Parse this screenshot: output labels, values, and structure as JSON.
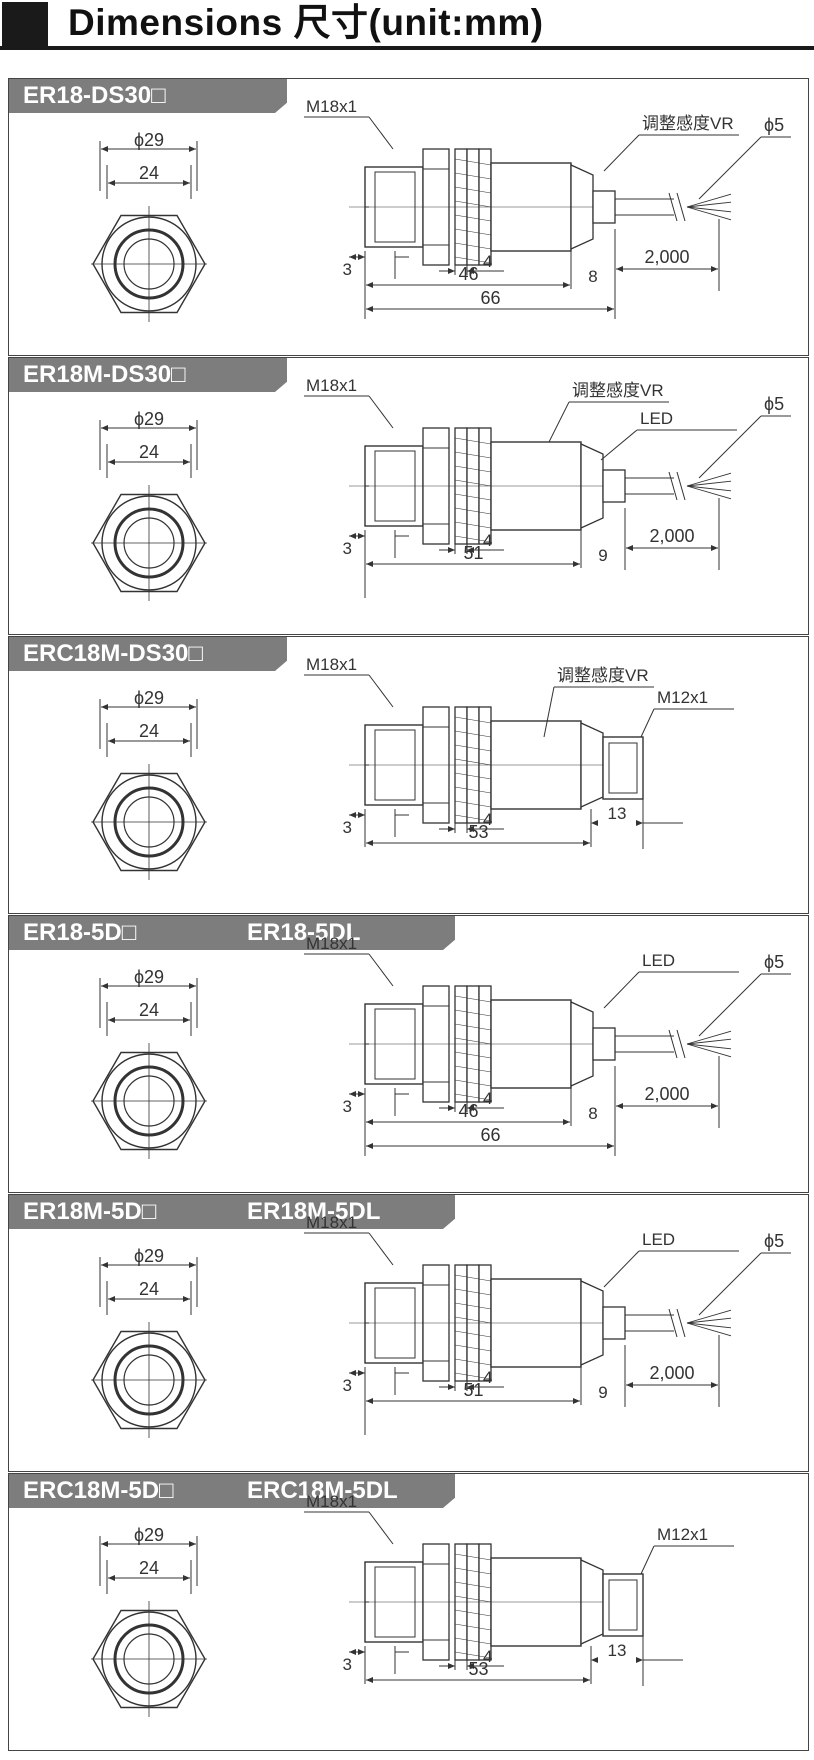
{
  "header": {
    "title": "Dimensions 尺寸(unit:mm)"
  },
  "panels": [
    {
      "models": [
        "ER18-DS30□"
      ],
      "variant": "cable",
      "thread": "M18x1",
      "face": {
        "outer": "ϕ29",
        "inner": "24"
      },
      "callouts": [
        "调整感度VR"
      ],
      "cable_dia": "ϕ5",
      "dims": {
        "nose": "3",
        "nut": "4",
        "body": "46",
        "total": "66",
        "rear": "8",
        "cable": "2,000"
      }
    },
    {
      "models": [
        "ER18M-DS30□"
      ],
      "variant": "cable",
      "thread": "M18x1",
      "face": {
        "outer": "ϕ29",
        "inner": "24"
      },
      "callouts": [
        "调整感度VR",
        "LED"
      ],
      "cable_dia": "ϕ5",
      "dims": {
        "nose": "3",
        "nut": "4",
        "body": "51",
        "rear": "9",
        "cable": "2,000"
      }
    },
    {
      "models": [
        "ERC18M-DS30□"
      ],
      "variant": "connector",
      "thread": "M18x1",
      "face": {
        "outer": "ϕ29",
        "inner": "24"
      },
      "callouts": [
        "调整感度VR"
      ],
      "connector": "M12x1",
      "dims": {
        "nose": "3",
        "nut": "4",
        "body": "53",
        "rear": "13"
      }
    },
    {
      "models": [
        "ER18-5D□",
        "ER18-5DL"
      ],
      "variant": "cable",
      "thread": "M18x1",
      "face": {
        "outer": "ϕ29",
        "inner": "24"
      },
      "callouts": [
        "LED"
      ],
      "cable_dia": "ϕ5",
      "dims": {
        "nose": "3",
        "nut": "4",
        "body": "46",
        "total": "66",
        "rear": "8",
        "cable": "2,000"
      }
    },
    {
      "models": [
        "ER18M-5D□",
        "ER18M-5DL"
      ],
      "variant": "cable",
      "thread": "M18x1",
      "face": {
        "outer": "ϕ29",
        "inner": "24"
      },
      "callouts": [
        "LED"
      ],
      "cable_dia": "ϕ5",
      "dims": {
        "nose": "3",
        "nut": "4",
        "body": "51",
        "rear": "9",
        "cable": "2,000"
      }
    },
    {
      "models": [
        "ERC18M-5D□",
        "ERC18M-5DL"
      ],
      "variant": "connector",
      "thread": "M18x1",
      "face": {
        "outer": "ϕ29",
        "inner": "24"
      },
      "callouts": [],
      "connector": "M12x1",
      "dims": {
        "nose": "3",
        "nut": "4",
        "body": "53",
        "rear": "13"
      }
    }
  ]
}
